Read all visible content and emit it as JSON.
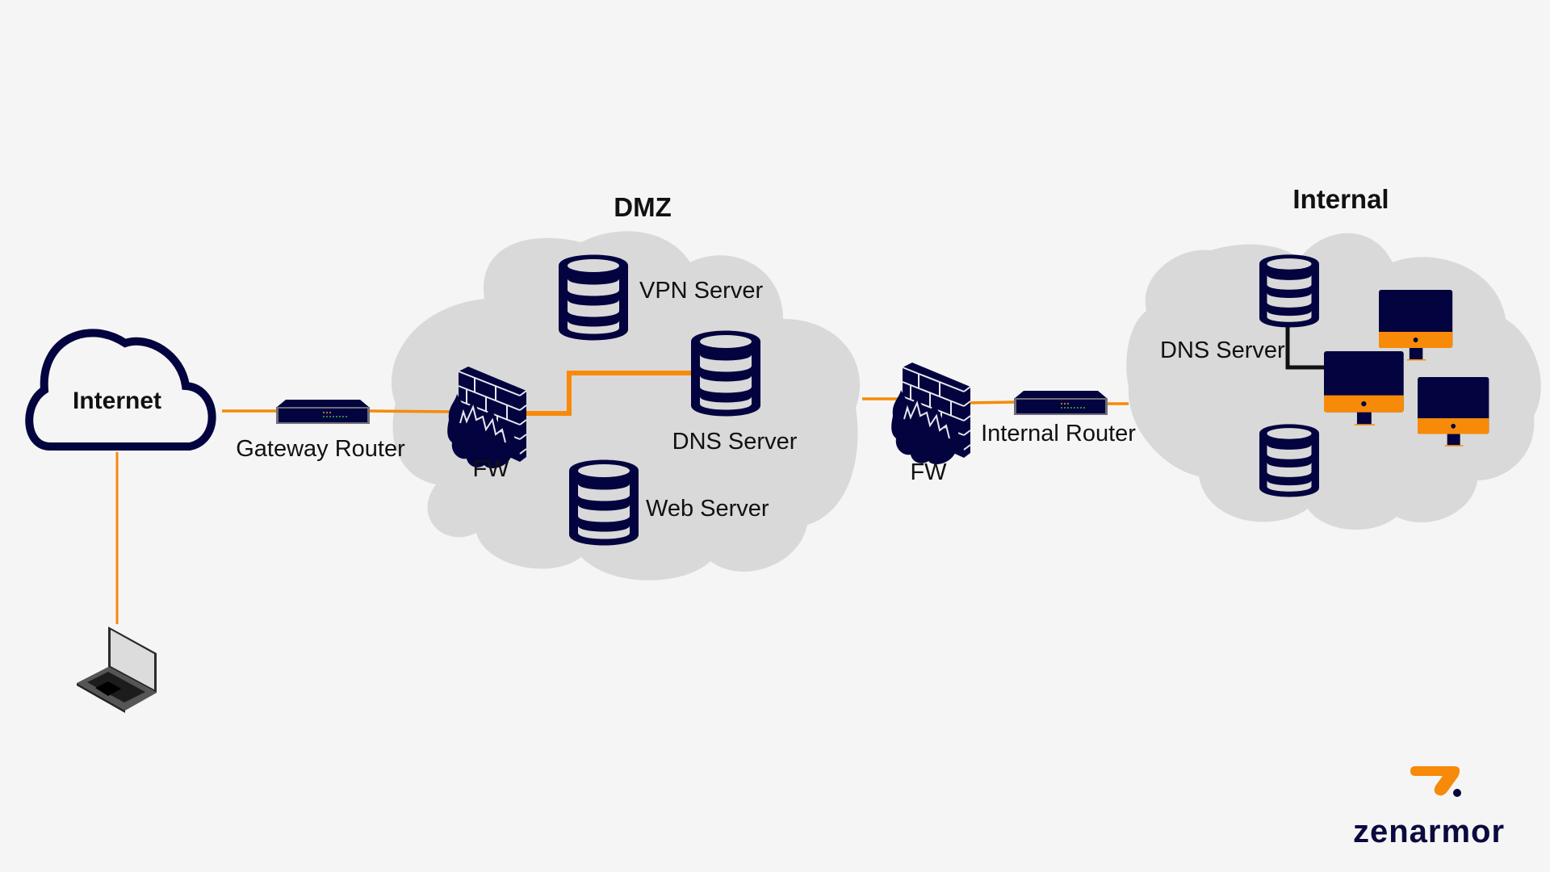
{
  "diagram": {
    "title": "DMZ network topology",
    "zones": {
      "internet": {
        "label": "Internet"
      },
      "dmz": {
        "label": "DMZ"
      },
      "internal": {
        "label": "Internal"
      }
    },
    "nodes": {
      "gateway_router": {
        "label": "Gateway Router"
      },
      "fw_outer": {
        "label": "FW"
      },
      "vpn_server": {
        "label": "VPN Server"
      },
      "dmz_dns_server": {
        "label": "DNS Server"
      },
      "web_server": {
        "label": "Web Server"
      },
      "fw_inner": {
        "label": "FW"
      },
      "internal_router": {
        "label": "Internal Router"
      },
      "internal_dns_server": {
        "label": "DNS Server"
      },
      "internal_db": {
        "label": ""
      },
      "workstations": [
        {
          "label": ""
        },
        {
          "label": ""
        },
        {
          "label": ""
        }
      ],
      "laptop": {
        "label": ""
      }
    },
    "connections": [
      {
        "from": "laptop",
        "to": "internet",
        "color": "orange"
      },
      {
        "from": "internet",
        "to": "gateway_router",
        "color": "orange"
      },
      {
        "from": "gateway_router",
        "to": "fw_outer",
        "color": "orange"
      },
      {
        "from": "fw_outer",
        "to": "dmz_dns_server",
        "color": "orange"
      },
      {
        "from": "dmz",
        "to": "fw_inner",
        "color": "orange"
      },
      {
        "from": "fw_inner",
        "to": "internal_router",
        "color": "orange"
      },
      {
        "from": "internal_router",
        "to": "internal",
        "color": "orange"
      },
      {
        "from": "internal_dns_server",
        "to": "workstation",
        "color": "black"
      }
    ]
  },
  "colors": {
    "background": "#f5f5f5",
    "cloud_fill": "#d9d9d9",
    "navy": "#03033f",
    "link_orange": "#f78a08",
    "link_black": "#111111"
  },
  "brand": {
    "name": "zenarmor"
  }
}
